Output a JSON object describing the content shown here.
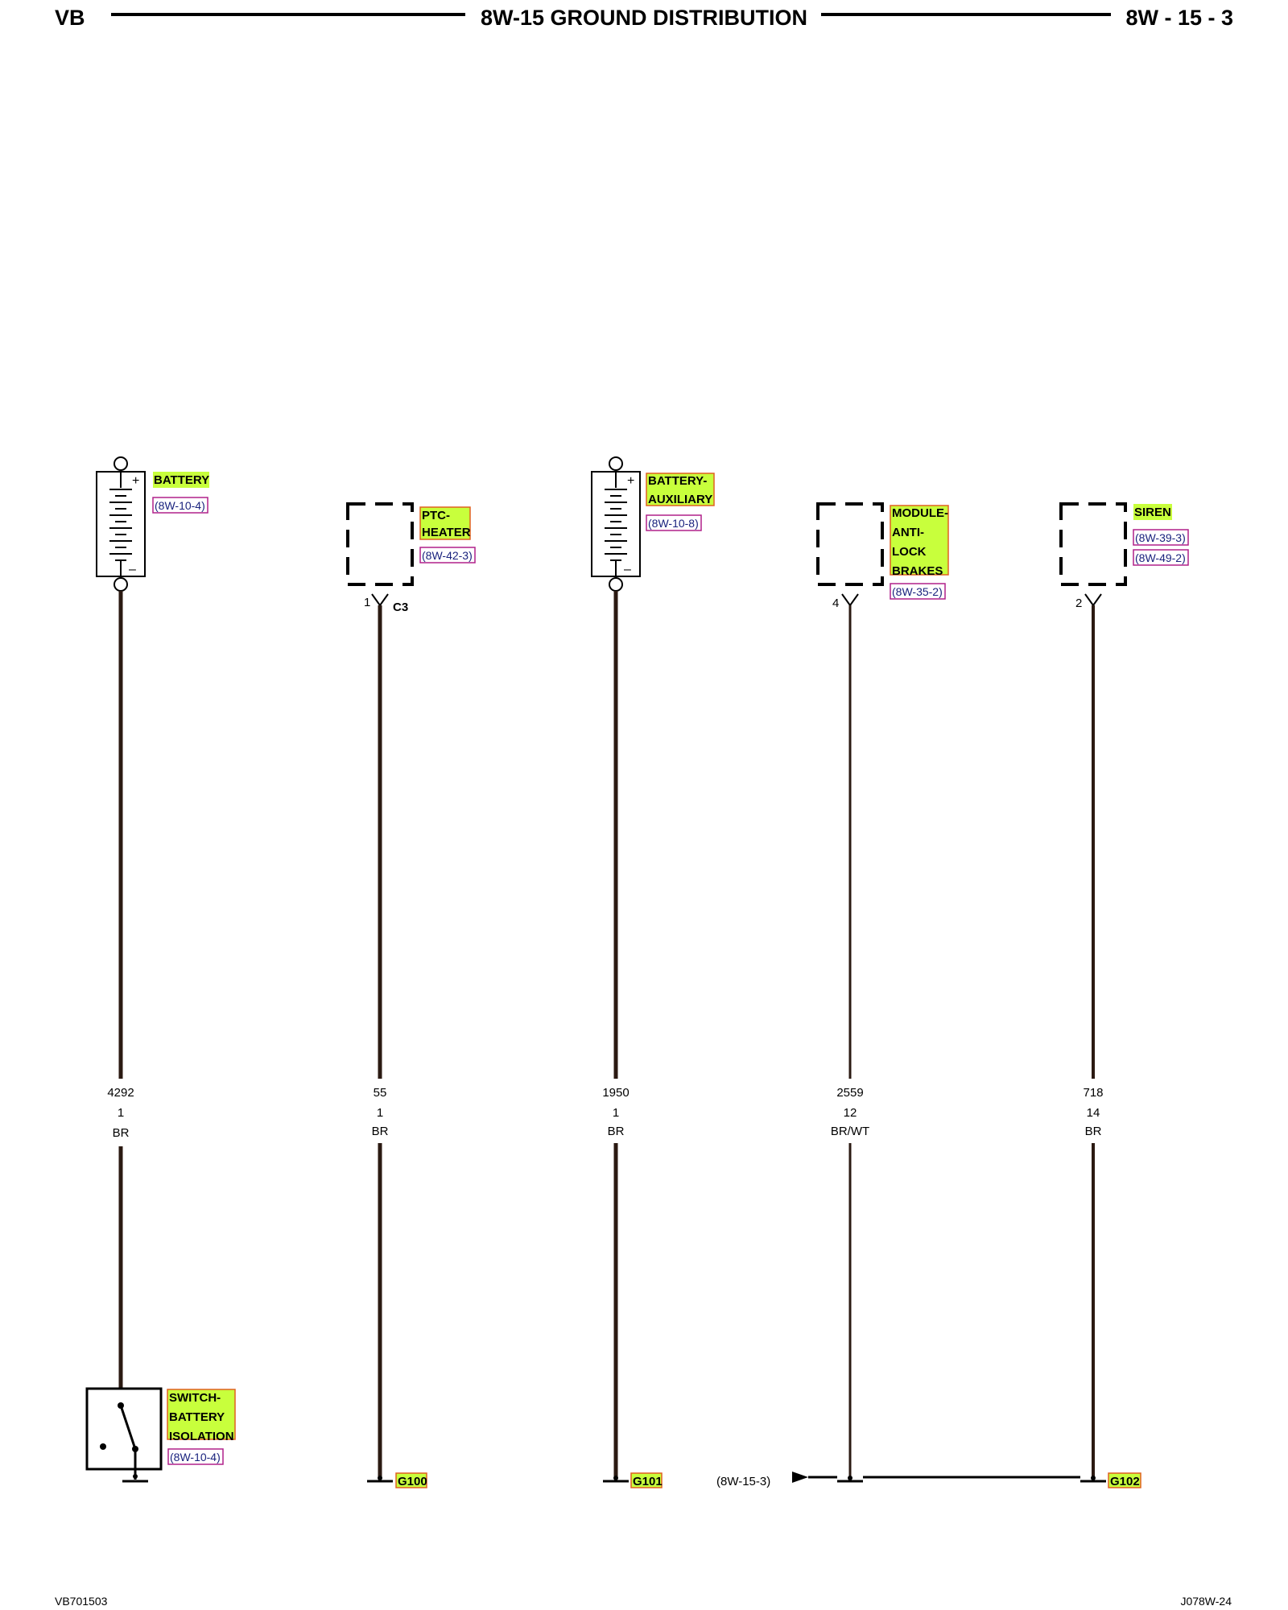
{
  "header": {
    "left": "VB",
    "title": "8W-15 GROUND DISTRIBUTION",
    "right": "8W - 15 - 3"
  },
  "footer": {
    "left": "VB701503",
    "right": "J078W-24"
  },
  "colors": {
    "label_fill": "#c8ff3c",
    "label_border": "#e06020",
    "ref_border": "#b0208a",
    "wire": "#2b1a12"
  },
  "components": {
    "battery": {
      "lines": [
        "BATTERY"
      ],
      "refs": [
        "(8W-10-4)"
      ]
    },
    "ptc_heater": {
      "lines": [
        "PTC-",
        "HEATER"
      ],
      "refs": [
        "(8W-42-3)"
      ],
      "pin": "1",
      "connector": "C3"
    },
    "battery_aux": {
      "lines": [
        "BATTERY-",
        "AUXILIARY"
      ],
      "refs": [
        "(8W-10-8)"
      ]
    },
    "abs_module": {
      "lines": [
        "MODULE-",
        "ANTI-",
        "LOCK",
        "BRAKES"
      ],
      "refs": [
        "(8W-35-2)"
      ],
      "pin": "4"
    },
    "siren": {
      "lines": [
        "SIREN"
      ],
      "refs": [
        "(8W-39-3)",
        "(8W-49-2)"
      ],
      "pin": "2"
    },
    "switch": {
      "lines": [
        "SWITCH-",
        "BATTERY",
        "ISOLATION"
      ],
      "refs": [
        "(8W-10-4)"
      ]
    }
  },
  "wires": [
    {
      "circuit": "4292",
      "gauge": "1",
      "color": "BR"
    },
    {
      "circuit": "55",
      "gauge": "1",
      "color": "BR"
    },
    {
      "circuit": "1950",
      "gauge": "1",
      "color": "BR"
    },
    {
      "circuit": "2559",
      "gauge": "12",
      "color": "BR/WT"
    },
    {
      "circuit": "718",
      "gauge": "14",
      "color": "BR"
    }
  ],
  "grounds": {
    "g100": "G100",
    "g101": "G101",
    "g102": "G102",
    "offpage_ref": "(8W-15-3)"
  }
}
